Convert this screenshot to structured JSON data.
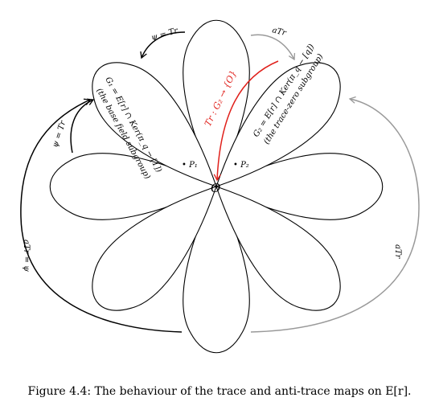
{
  "caption": {
    "label": "Figure 4.4:",
    "text": "The behaviour of the trace and anti-trace maps on E[r]."
  },
  "diagram": {
    "origin_label": "O",
    "p1_label": "• P₁",
    "p2_label": "• P₂",
    "g1_line1": "G₁ = E[r] ∩ Ker(π_q − [1])",
    "g1_line2": "(the base field subgroup)",
    "g2_line1": "G₂ = E[r] ∩ Ker(π_q − [q])",
    "g2_line2": "(the trace-zero subgroup)",
    "arrow_top_left": "ψ = Tr",
    "arrow_top_right": "aTr",
    "arrow_left_inner": "ψ = Tr",
    "arrow_left_outer": "aTr = ψ",
    "arrow_right_outer": "aTr",
    "arrow_red": "Tr : G₂ → {O}",
    "colors": {
      "black": "#000000",
      "gray": "#999999",
      "red": "#e0201b"
    }
  }
}
